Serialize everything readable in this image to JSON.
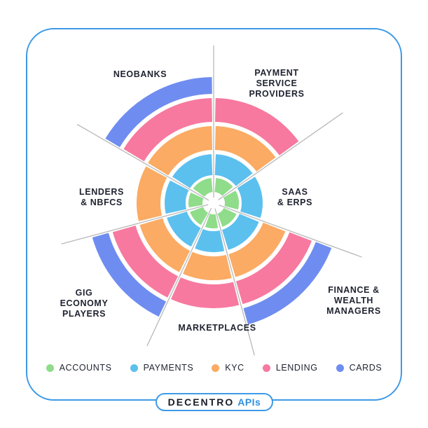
{
  "segments": [
    {
      "id": "neobanks",
      "label": "NEOBANKS",
      "apis": [
        "accounts",
        "payments",
        "kyc",
        "lending",
        "cards"
      ]
    },
    {
      "id": "payment-service-providers",
      "label": "PAYMENT\nSERVICE\nPROVIDERS",
      "apis": [
        "accounts",
        "payments",
        "kyc",
        "lending"
      ]
    },
    {
      "id": "saas-erps",
      "label": "SAAS\n& ERPS",
      "apis": [
        "accounts",
        "payments"
      ]
    },
    {
      "id": "finance-wealth-managers",
      "label": "FINANCE &\nWEALTH\nMANAGERS",
      "apis": [
        "accounts",
        "payments",
        "kyc",
        "lending",
        "cards"
      ]
    },
    {
      "id": "marketplaces",
      "label": "MARKETPLACES",
      "apis": [
        "accounts",
        "payments",
        "kyc",
        "lending"
      ]
    },
    {
      "id": "gig-economy-players",
      "label": "GIG\nECONOMY\nPLAYERS",
      "apis": [
        "accounts",
        "payments",
        "kyc",
        "lending",
        "cards"
      ]
    },
    {
      "id": "lenders-nbfcs",
      "label": "LENDERS\n& NBFCS",
      "apis": [
        "accounts",
        "payments",
        "kyc"
      ]
    }
  ],
  "legend": [
    {
      "key": "accounts",
      "label": "ACCOUNTS",
      "color": "#8fdc8a"
    },
    {
      "key": "payments",
      "label": "PAYMENTS",
      "color": "#5cc0ef"
    },
    {
      "key": "kyc",
      "label": "KYC",
      "color": "#fbab63"
    },
    {
      "key": "lending",
      "label": "LENDING",
      "color": "#f7799f"
    },
    {
      "key": "cards",
      "label": "CARDS",
      "color": "#6f8df0"
    }
  ],
  "brand": {
    "name": "DECENTRO",
    "suffix": "APIs"
  },
  "colors": {
    "frame": "#3d9ae8",
    "divider": "#b9b9b9"
  }
}
